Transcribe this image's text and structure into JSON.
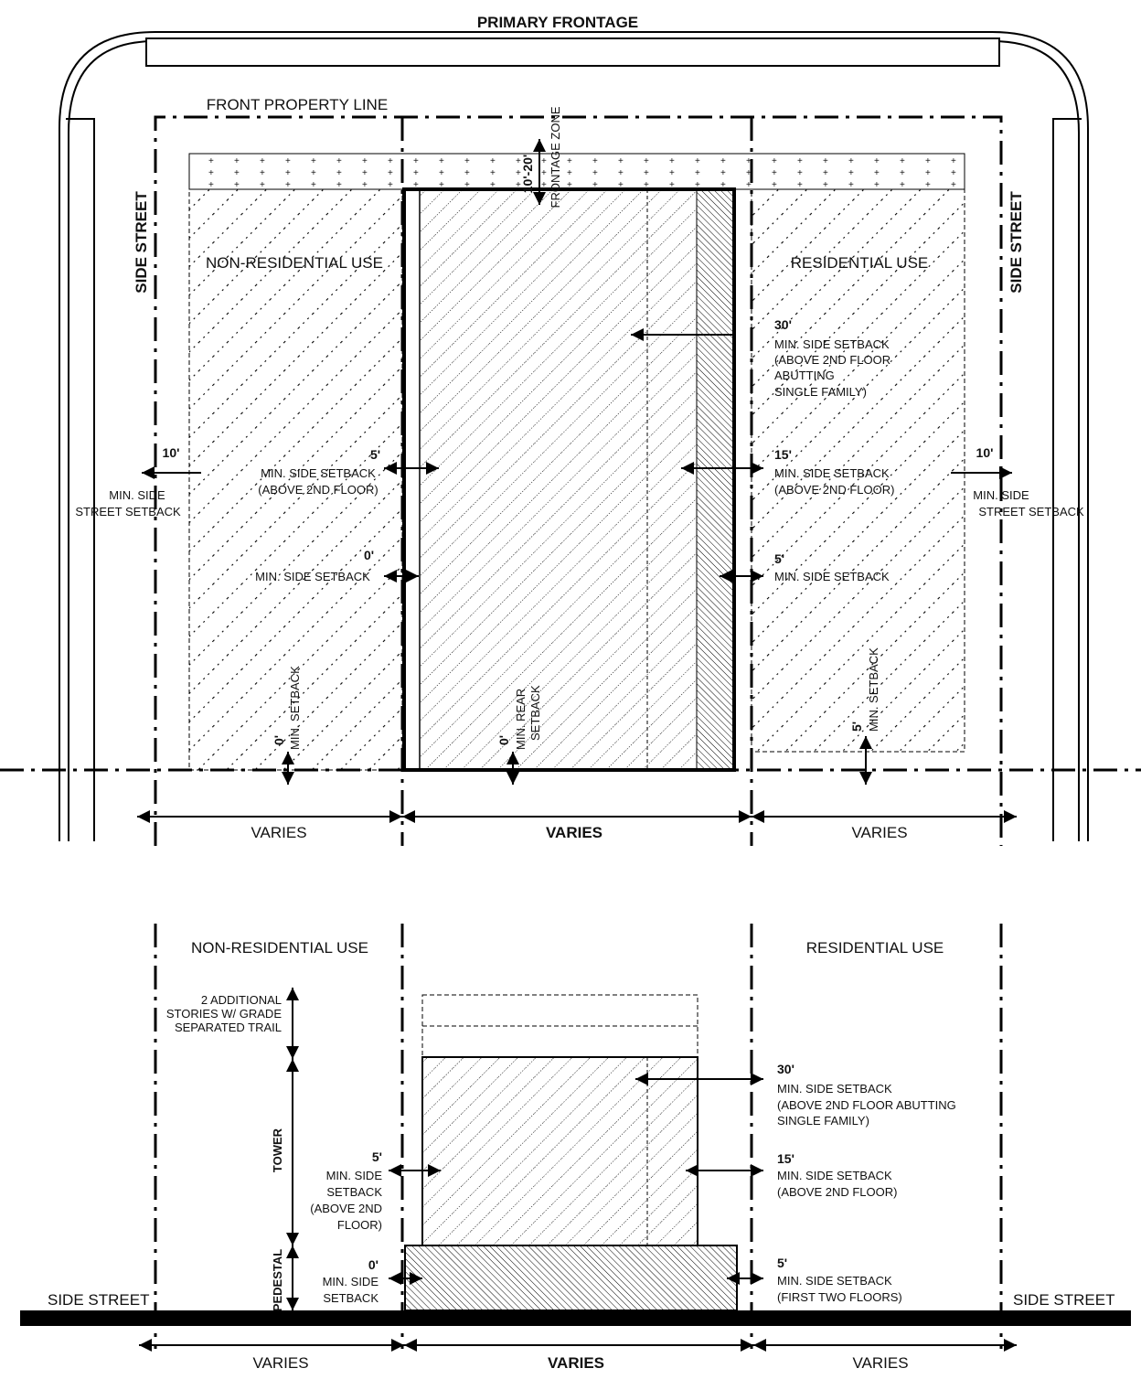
{
  "plan": {
    "primary_frontage": "PRIMARY FRONTAGE",
    "front_property_line": "FRONT PROPERTY LINE",
    "side_street_left": "SIDE STREET",
    "side_street_right": "SIDE STREET",
    "non_residential": "NON-RESIDENTIAL USE",
    "residential": "RESIDENTIAL USE",
    "frontage_dim": "10'-20'",
    "frontage_zone": "FRONTAGE ZONE",
    "side_street_setback_left": {
      "value": "10'",
      "l1": "MIN. SIDE",
      "l2": "STREET SETBACK"
    },
    "side_street_setback_right": {
      "value": "10'",
      "l1": "MIN. SIDE",
      "l2": "STREET SETBACK"
    },
    "left_5": {
      "value": "5'",
      "l1": "MIN. SIDE SETBACK",
      "l2": "(ABOVE 2ND FLOOR)"
    },
    "left_0": {
      "value": "0'",
      "l1": "MIN. SIDE SETBACK"
    },
    "right_30": {
      "value": "30'",
      "l1": "MIN. SIDE SETBACK",
      "l2": "(ABOVE 2ND FLOOR",
      "l3": "ABUTTING",
      "l4": "SINGLE FAMILY)"
    },
    "right_15": {
      "value": "15'",
      "l1": "MIN. SIDE SETBACK",
      "l2": "(ABOVE 2ND FLOOR)"
    },
    "right_5": {
      "value": "5'",
      "l1": "MIN. SIDE SETBACK"
    },
    "left_rear": {
      "value": "0'",
      "label": "MIN. SETBACK"
    },
    "center_rear": {
      "value": "0'",
      "l1": "MIN. REAR",
      "l2": "SETBACK"
    },
    "right_rear": {
      "value": "5'",
      "label": "MIN. SETBACK"
    },
    "varies_left": "VARIES",
    "varies_center": "VARIES",
    "varies_right": "VARIES"
  },
  "section": {
    "non_residential": "NON-RESIDENTIAL USE",
    "residential": "RESIDENTIAL USE",
    "additional": {
      "l1": "2 ADDITIONAL",
      "l2": "STORIES W/ GRADE",
      "l3": "SEPARATED TRAIL"
    },
    "tower": "TOWER",
    "pedestal": "PEDESTAL",
    "left_5": {
      "value": "5'",
      "l1": "MIN. SIDE",
      "l2": "SETBACK",
      "l3": "(ABOVE 2ND",
      "l4": "FLOOR)"
    },
    "left_0": {
      "value": "0'",
      "l1": "MIN. SIDE",
      "l2": "SETBACK"
    },
    "right_30": {
      "value": "30'",
      "l1": "MIN. SIDE SETBACK",
      "l2": "(ABOVE 2ND FLOOR ABUTTING",
      "l3": "SINGLE FAMILY)"
    },
    "right_15": {
      "value": "15'",
      "l1": "MIN. SIDE SETBACK",
      "l2": "(ABOVE 2ND FLOOR)"
    },
    "right_5": {
      "value": "5'",
      "l1": "MIN. SIDE SETBACK",
      "l2": "(FIRST TWO FLOORS)"
    },
    "side_street_left": "SIDE STREET",
    "side_street_right": "SIDE STREET",
    "varies_left": "VARIES",
    "varies_center": "VARIES",
    "varies_right": "VARIES"
  }
}
